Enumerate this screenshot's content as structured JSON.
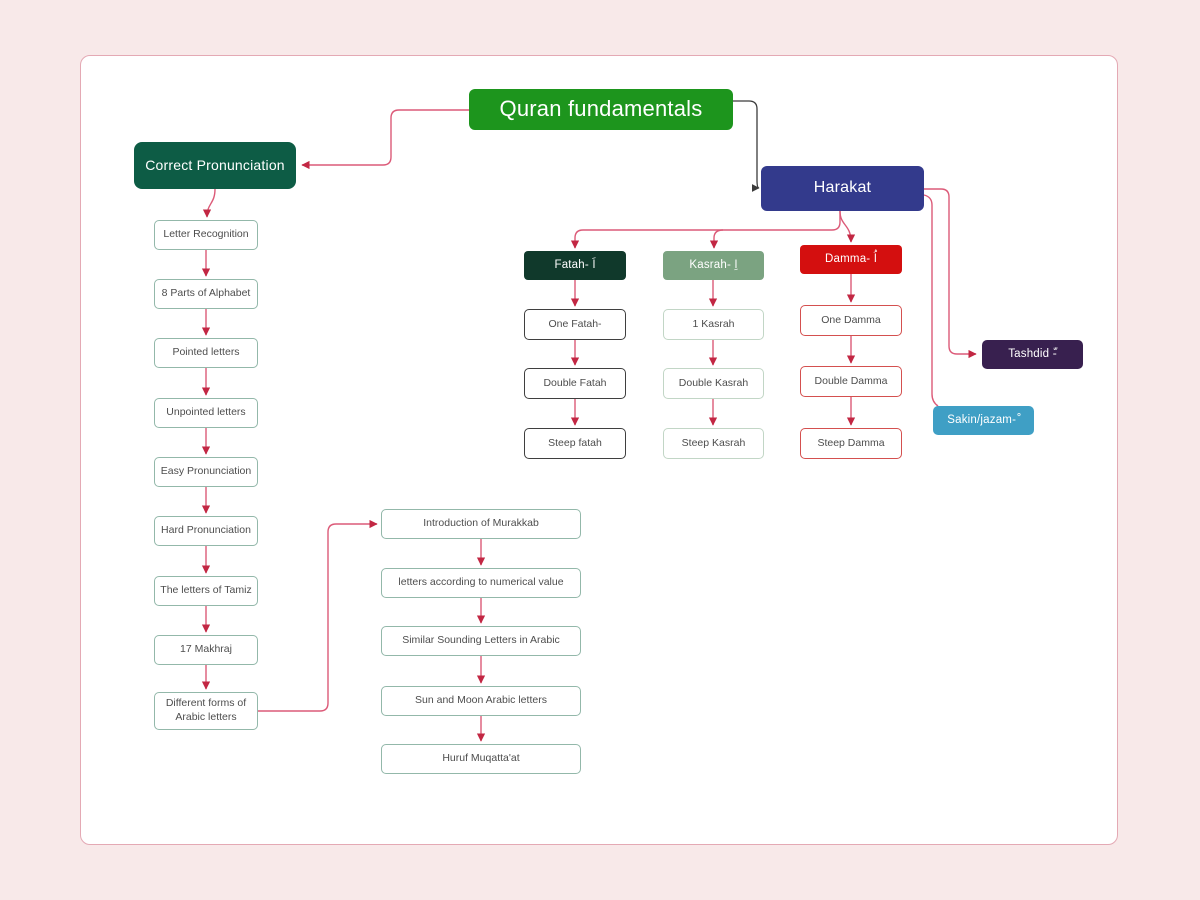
{
  "diagram": {
    "root": {
      "label": "Quran fundamentals"
    },
    "branches": {
      "correct_pronunciation": {
        "label": "Correct Pronunciation"
      },
      "harakat": {
        "label": "Harakat"
      }
    },
    "pronunciation_steps": [
      {
        "label": "Letter Recognition"
      },
      {
        "label": "8 Parts of Alphabet"
      },
      {
        "label": "Pointed letters"
      },
      {
        "label": "Unpointed letters"
      },
      {
        "label": "Easy Pronunciation"
      },
      {
        "label": "Hard Pronunciation"
      },
      {
        "label": "The letters of Tamiz"
      },
      {
        "label": "17 Makhraj"
      },
      {
        "label": "Different forms of Arabic letters"
      }
    ],
    "murakkab_steps": [
      {
        "label": "Introduction of Murakkab"
      },
      {
        "label": "letters according to numerical value"
      },
      {
        "label": "Similar Sounding Letters in Arabic"
      },
      {
        "label": "Sun and Moon Arabic letters"
      },
      {
        "label": "Huruf Muqatta'at"
      }
    ],
    "harakat_columns": [
      {
        "header": "Fatah- اَ",
        "items": [
          "One Fatah-",
          "Double Fatah",
          "Steep fatah"
        ]
      },
      {
        "header": "Kasrah- اِ",
        "items": [
          "1 Kasrah",
          "Double Kasrah",
          "Steep Kasrah"
        ]
      },
      {
        "header": "Damma- اُ",
        "items": [
          "One Damma",
          "Double Damma",
          "Steep Damma"
        ]
      }
    ],
    "extras": [
      {
        "label": "Tashdid -ّ"
      },
      {
        "label": "Sakin/jazam- ْ"
      }
    ]
  },
  "colors": {
    "background": "#f8e9e9",
    "card_border": "#e4a9b4",
    "connector": "#dc5a78",
    "connector_arrow": "#c22743",
    "connector_dark": "#3b3b3b",
    "root_bg": "#1d951d",
    "correct_pronunciation_bg": "#0d5c45",
    "harakat_bg": "#333a8c",
    "fatah_bg": "#10392b",
    "kasrah_bg": "#7ba381",
    "damma_bg": "#d40f0f",
    "tashdid_bg": "#38204f",
    "sakin_bg": "#3f9fc5"
  }
}
